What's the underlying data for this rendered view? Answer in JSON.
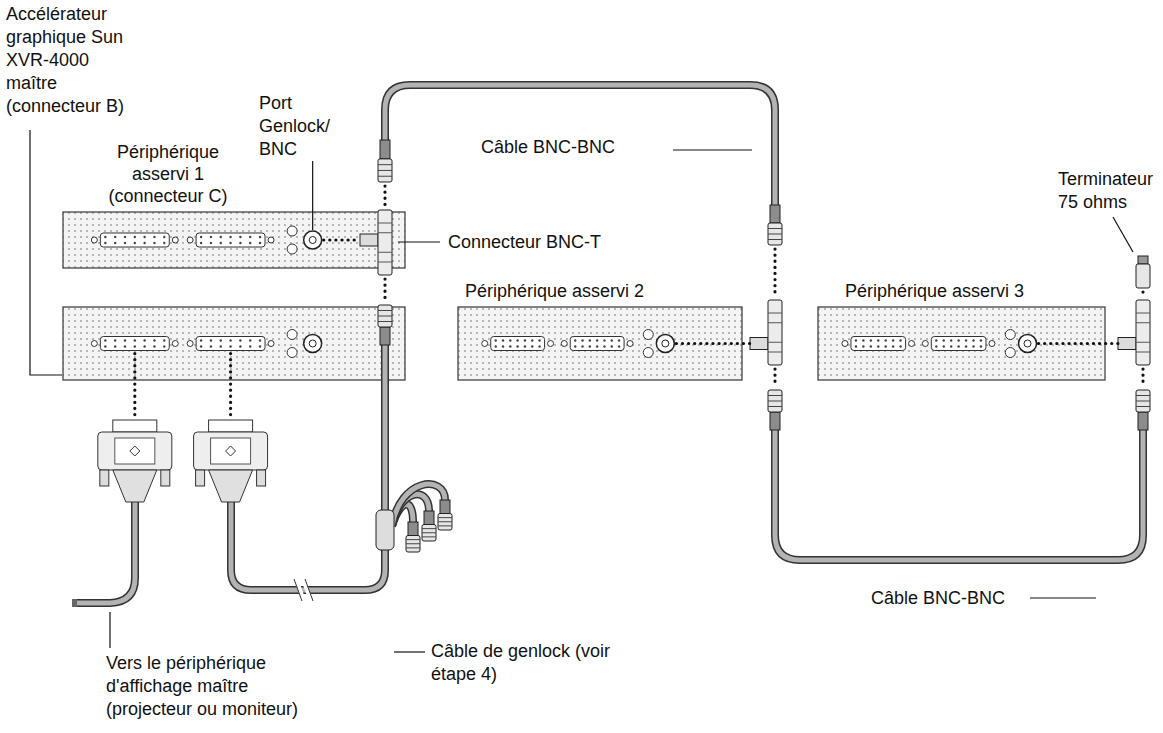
{
  "diagram": {
    "nodes": [
      {
        "text": [
          "Périphérique asservi 1 (connecteur C)"
        ]
      },
      {
        "text": [
          "Périphérique asservi 2"
        ]
      },
      {
        "text": [
          "Périphérique asservi 3"
        ]
      }
    ],
    "labels": [
      "Accélérateur graphique Sun XVR-4000 maître (connecteur B)",
      "Port Genlock/ BNC",
      "Câble BNC-BNC",
      "Terminateur 75 ohms",
      "Connecteur BNC-T",
      "Câble BNC-BNC",
      "Câble de genlock (voir étape 4)",
      "Vers le périphérique d'affichage maître (projecteur ou moniteur)"
    ]
  }
}
